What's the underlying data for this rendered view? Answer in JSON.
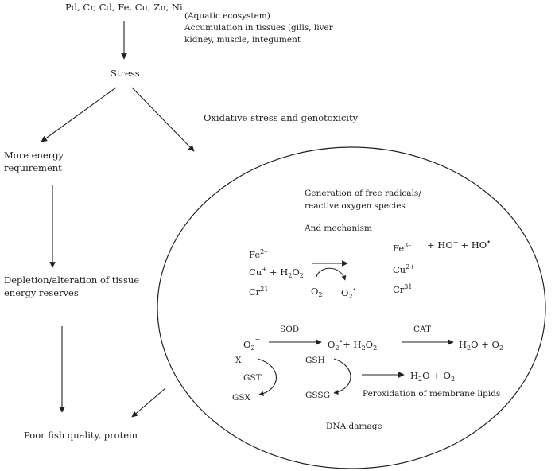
{
  "metals": "Pd, Cr, Cd, Fe, Cu, Zn, Ni",
  "aquatic": {
    "line1": "(Aquatic ecosystem)",
    "line2": "Accumulation in tissues (gills, liver",
    "line3": "kidney, muscle, integument"
  },
  "stress": "Stress",
  "oxidative": "Oxidative stress and genotoxicity",
  "energy": {
    "line1": "More energy",
    "line2": "requirement"
  },
  "depletion": {
    "line1": "Depletion/alteration of tissue",
    "line2": "energy reserves"
  },
  "poor_quality": "Poor fish quality, protein",
  "generation": {
    "line1": "Generation of free radicals/",
    "line2": "reactive oxygen species"
  },
  "mechanism": "And mechanism",
  "chem": {
    "fe_left": "Fe",
    "fe_left_sup": "2–",
    "cu_left": "Cu",
    "cu_left_sup": "+",
    "plus_h2o2": "+ H",
    "h2o2_sub": "2",
    "o_char": "O",
    "cr_left": "Cr",
    "cr_left_sup": "21",
    "o2_a": "O",
    "o2_a_sub": "2",
    "o2_dot": "O",
    "o2_dot_sub": "2",
    "o2_dot_sup": "•",
    "fe_right": "Fe",
    "fe_right_sup": "3–",
    "ho_part": "+ HO",
    "ho_minus": "−",
    "ho_dot_part": "+ HO",
    "ho_dot": "•",
    "cu_right": "Cu",
    "cu_right_sup": "2+",
    "cr_right": "Cr",
    "cr_right_sup": "31"
  },
  "sod_row": {
    "o2_minus": "O",
    "o2_minus_sub": "2",
    "o2_minus_sup": "−",
    "sod": "SOD",
    "o2_mid": "O",
    "o2_mid_sub": "2",
    "o2_mid_sup": "•",
    "plus_h": "+ H",
    "h_sub": "2",
    "o_char": "O",
    "o_sub": "2",
    "cat": "CAT",
    "h2o_a": "H",
    "h2o_a_sub": "2",
    "o_plus": "O + O",
    "o2_end_sub": "2"
  },
  "gst_cycle": {
    "x": "X",
    "gst": "GST",
    "gsx": "GSX"
  },
  "gsh_cycle": {
    "gsh": "GSH",
    "gssg": "GSSG"
  },
  "lower_products": {
    "h": "H",
    "h_sub": "2",
    "o_plus": "O + O",
    "o2_sub": "2"
  },
  "peroxidation": "Peroxidation of membrane lipids",
  "dna": "DNA damage"
}
